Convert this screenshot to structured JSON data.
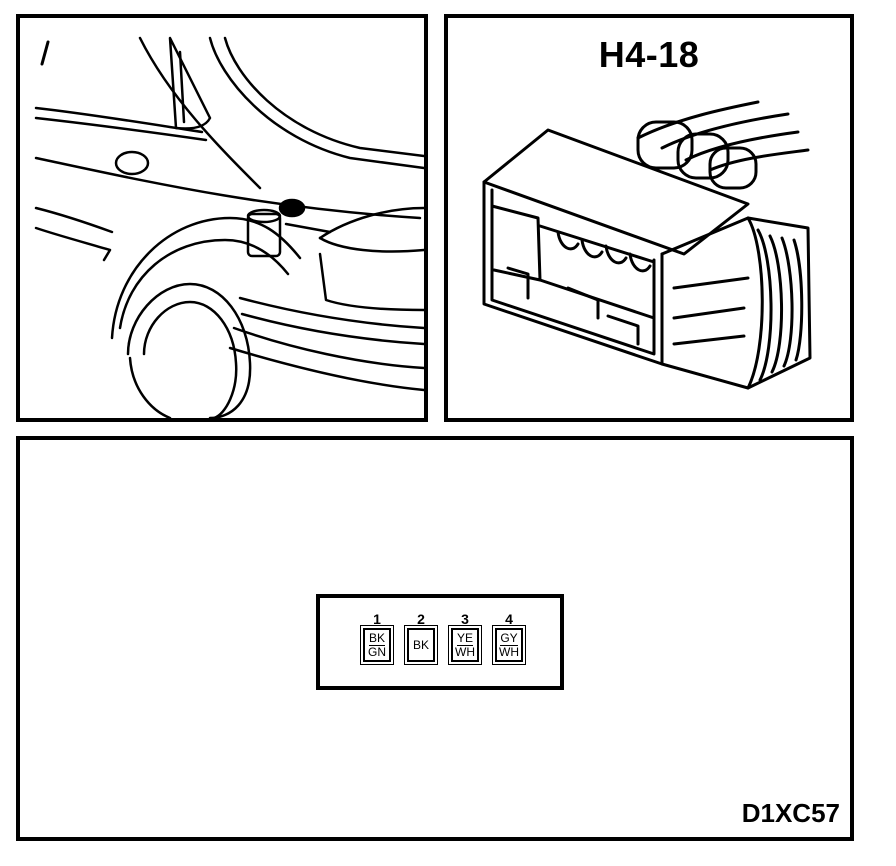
{
  "connector": {
    "id": "H4-18"
  },
  "pins": [
    {
      "number": "1",
      "codes": [
        "BK",
        "GN"
      ]
    },
    {
      "number": "2",
      "codes": [
        "BK"
      ]
    },
    {
      "number": "3",
      "codes": [
        "YE",
        "WH"
      ]
    },
    {
      "number": "4",
      "codes": [
        "GY",
        "WH"
      ]
    }
  ],
  "diagram": {
    "code": "D1XC57"
  },
  "icons": {
    "car": "car-rear-quarter-illustration",
    "connector": "connector-housing-illustration"
  }
}
